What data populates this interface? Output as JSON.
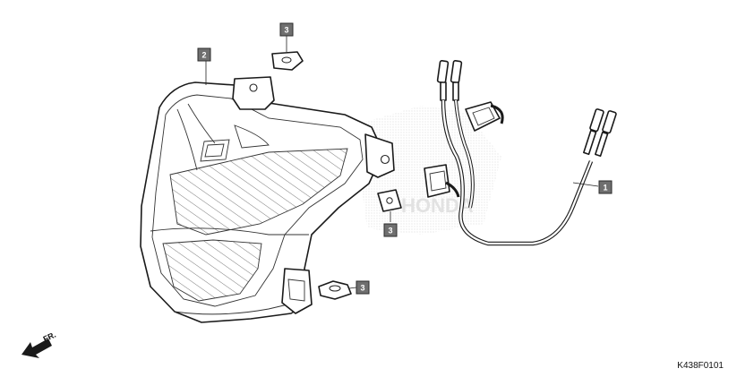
{
  "callouts": [
    {
      "id": "part-1",
      "label": "1"
    },
    {
      "id": "part-2",
      "label": "2"
    },
    {
      "id": "part-3a",
      "label": "3"
    },
    {
      "id": "part-3b",
      "label": "3"
    },
    {
      "id": "part-3c",
      "label": "3"
    }
  ],
  "direction_label": "FR.",
  "diagram_code": "K438F0101",
  "watermark": "HONDA"
}
